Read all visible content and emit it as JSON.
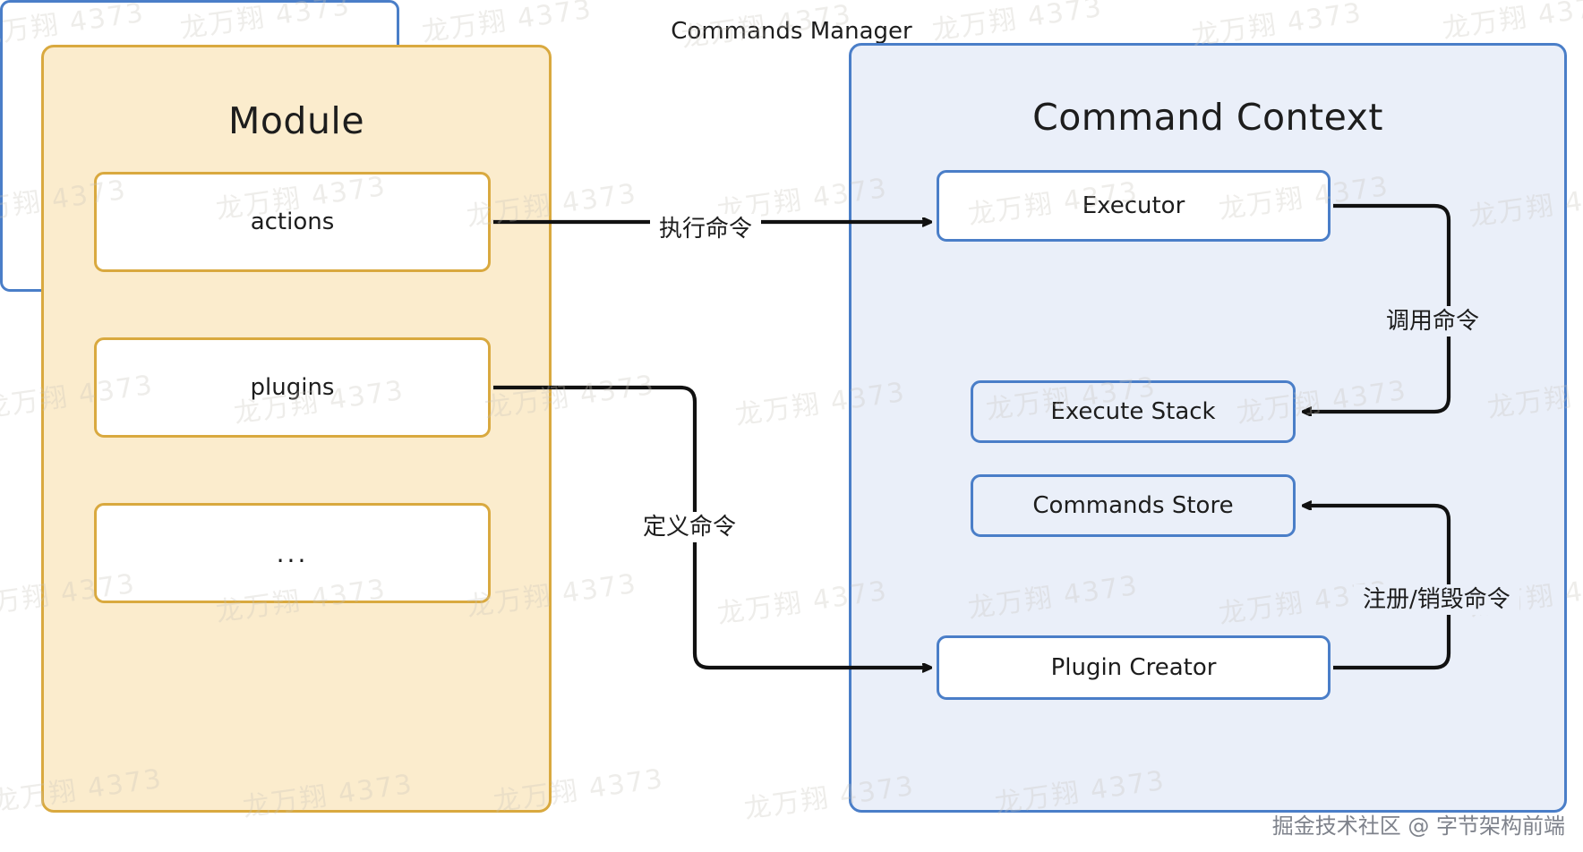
{
  "diagram": {
    "title": "Command Context Architecture",
    "colors": {
      "module_fill": "#fbeccd",
      "module_border": "#d9a93f",
      "context_fill": "#eaeff9",
      "context_border": "#4a7ec8",
      "node_fill": "#ffffff",
      "inner_node_fill": "#eaeff9",
      "arrow": "#111111",
      "text": "#1d1d1d"
    }
  },
  "module_panel": {
    "title": "Module",
    "nodes": [
      {
        "label": "actions"
      },
      {
        "label": "plugins"
      },
      {
        "label": "..."
      }
    ]
  },
  "context_panel": {
    "title": "Command Context",
    "nodes": [
      {
        "label": "Executor"
      },
      {
        "label": "Plugin Creator"
      }
    ],
    "commands_manager": {
      "label": "Commands Manager",
      "children": [
        {
          "label": "Execute Stack"
        },
        {
          "label": "Commands Store"
        }
      ]
    }
  },
  "edges": [
    {
      "id": "exec",
      "label": "执行命令",
      "from": "actions",
      "to": "Executor"
    },
    {
      "id": "define",
      "label": "定义命令",
      "from": "plugins",
      "to": "Plugin Creator"
    },
    {
      "id": "invoke",
      "label": "调用命令",
      "from": "Executor",
      "to": "Execute Stack"
    },
    {
      "id": "register",
      "label": "注册/销毁命令",
      "from": "Plugin Creator",
      "to": "Commands Store"
    }
  ],
  "watermark": {
    "text": "龙万翔 4373",
    "credit": "掘金技术社区 @ 字节架构前端"
  }
}
